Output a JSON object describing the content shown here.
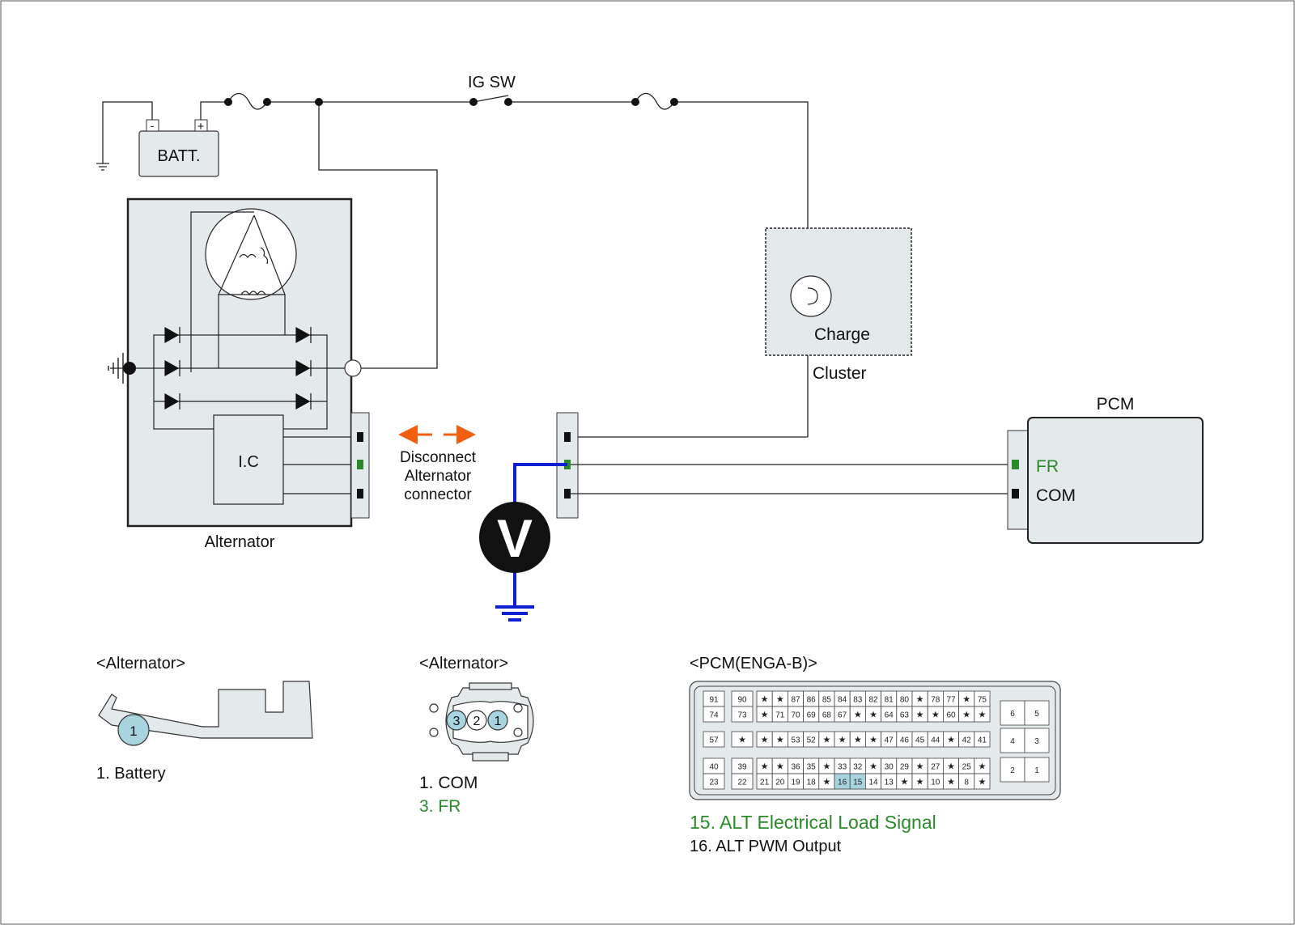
{
  "diagram": {
    "ig_sw": "IG SW",
    "batt": "BATT.",
    "batt_neg": "-",
    "batt_pos": "+",
    "ic": "I.C",
    "alternator": "Alternator",
    "charge": "Charge",
    "cluster": "Cluster",
    "pcm": "PCM",
    "fr": "FR",
    "com": "COM",
    "disconnect_lines": [
      "Disconnect",
      "Alternator",
      "connector"
    ],
    "voltmeter": "V"
  },
  "connectors": {
    "alt_left_title": "<Alternator>",
    "alt_left_pin": "1",
    "alt_left_legend": "1. Battery",
    "alt_mid_title": "<Alternator>",
    "alt_mid_pins": [
      "3",
      "2",
      "1"
    ],
    "alt_mid_legend": [
      "1. COM",
      "3. FR"
    ],
    "pcm_title": "<PCM(ENGA-B)>",
    "pcm_legend": [
      "15. ALT Electrical Load Signal",
      "16. ALT PWM Output"
    ],
    "pcm_grid": {
      "g1": [
        [
          "91"
        ],
        [
          "74"
        ],
        [
          "57"
        ],
        [
          "40"
        ],
        [
          "23"
        ]
      ],
      "g2": [
        [
          "90"
        ],
        [
          "73"
        ],
        [
          "★"
        ],
        [
          "39"
        ],
        [
          "22"
        ]
      ],
      "g3": [
        [
          "★",
          "★",
          "87",
          "86",
          "85",
          "84",
          "83",
          "82",
          "81",
          "80",
          "★",
          "78",
          "77",
          "★",
          "75"
        ],
        [
          "★",
          "71",
          "70",
          "69",
          "68",
          "67",
          "★",
          "★",
          "64",
          "63",
          "★",
          "★",
          "60",
          "★",
          "★"
        ],
        [
          "★",
          "★",
          "53",
          "52",
          "★",
          "★",
          "★",
          "★",
          "47",
          "46",
          "45",
          "44",
          "★",
          "42",
          "41"
        ],
        [
          "★",
          "★",
          "36",
          "35",
          "★",
          "33",
          "32",
          "★",
          "30",
          "29",
          "★",
          "27",
          "★",
          "25",
          "★"
        ],
        [
          "21",
          "20",
          "19",
          "18",
          "★",
          "16",
          "15",
          "14",
          "13",
          "★",
          "★",
          "10",
          "★",
          "8",
          "★"
        ]
      ],
      "g4": [
        [
          "6",
          "5"
        ],
        [
          "4",
          "3"
        ],
        [
          "2",
          "1"
        ]
      ]
    }
  },
  "colors": {
    "measure_wire": "#1020d0",
    "signal_pin": "#2a8a2a",
    "arrow": "#f06010",
    "highlight_pin": "#a8d4e0",
    "component_fill": "#e4e9ec"
  }
}
